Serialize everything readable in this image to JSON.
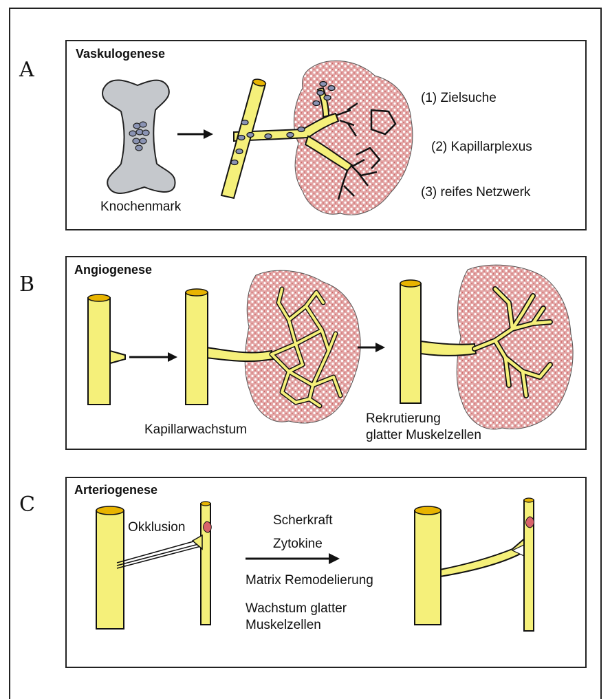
{
  "panel_a": {
    "letter": "A",
    "title": "Vaskulogenese",
    "bone_label": "Knochenmark",
    "step1": "(1) Zielsuche",
    "step2": "(2) Kapillarplexus",
    "step3": "(3) reifes Netzwerk"
  },
  "panel_b": {
    "letter": "B",
    "title": "Angiogenese",
    "label_growth": "Kapillarwachstum",
    "label_recruit_line1": "Rekrutierung",
    "label_recruit_line2": "glatter Muskelzellen"
  },
  "panel_c": {
    "letter": "C",
    "title": "Arteriogenese",
    "occlusion": "Okklusion",
    "factor1": "Scherkraft",
    "factor2": "Zytokine",
    "factor3": "Matrix Remodelierung",
    "factor4_line1": "Wachstum glatter",
    "factor4_line2": "Muskelzellen"
  },
  "colors": {
    "vessel_fill": "#F5F07A",
    "vessel_top": "#E8B400",
    "tissue_fill": "#E3A6A6",
    "tissue_dots": "#ffffff",
    "bone_fill": "#C5C8CC",
    "cell_fill": "#8A93B3",
    "occlusion": "#D8626A",
    "outline": "#111111"
  }
}
